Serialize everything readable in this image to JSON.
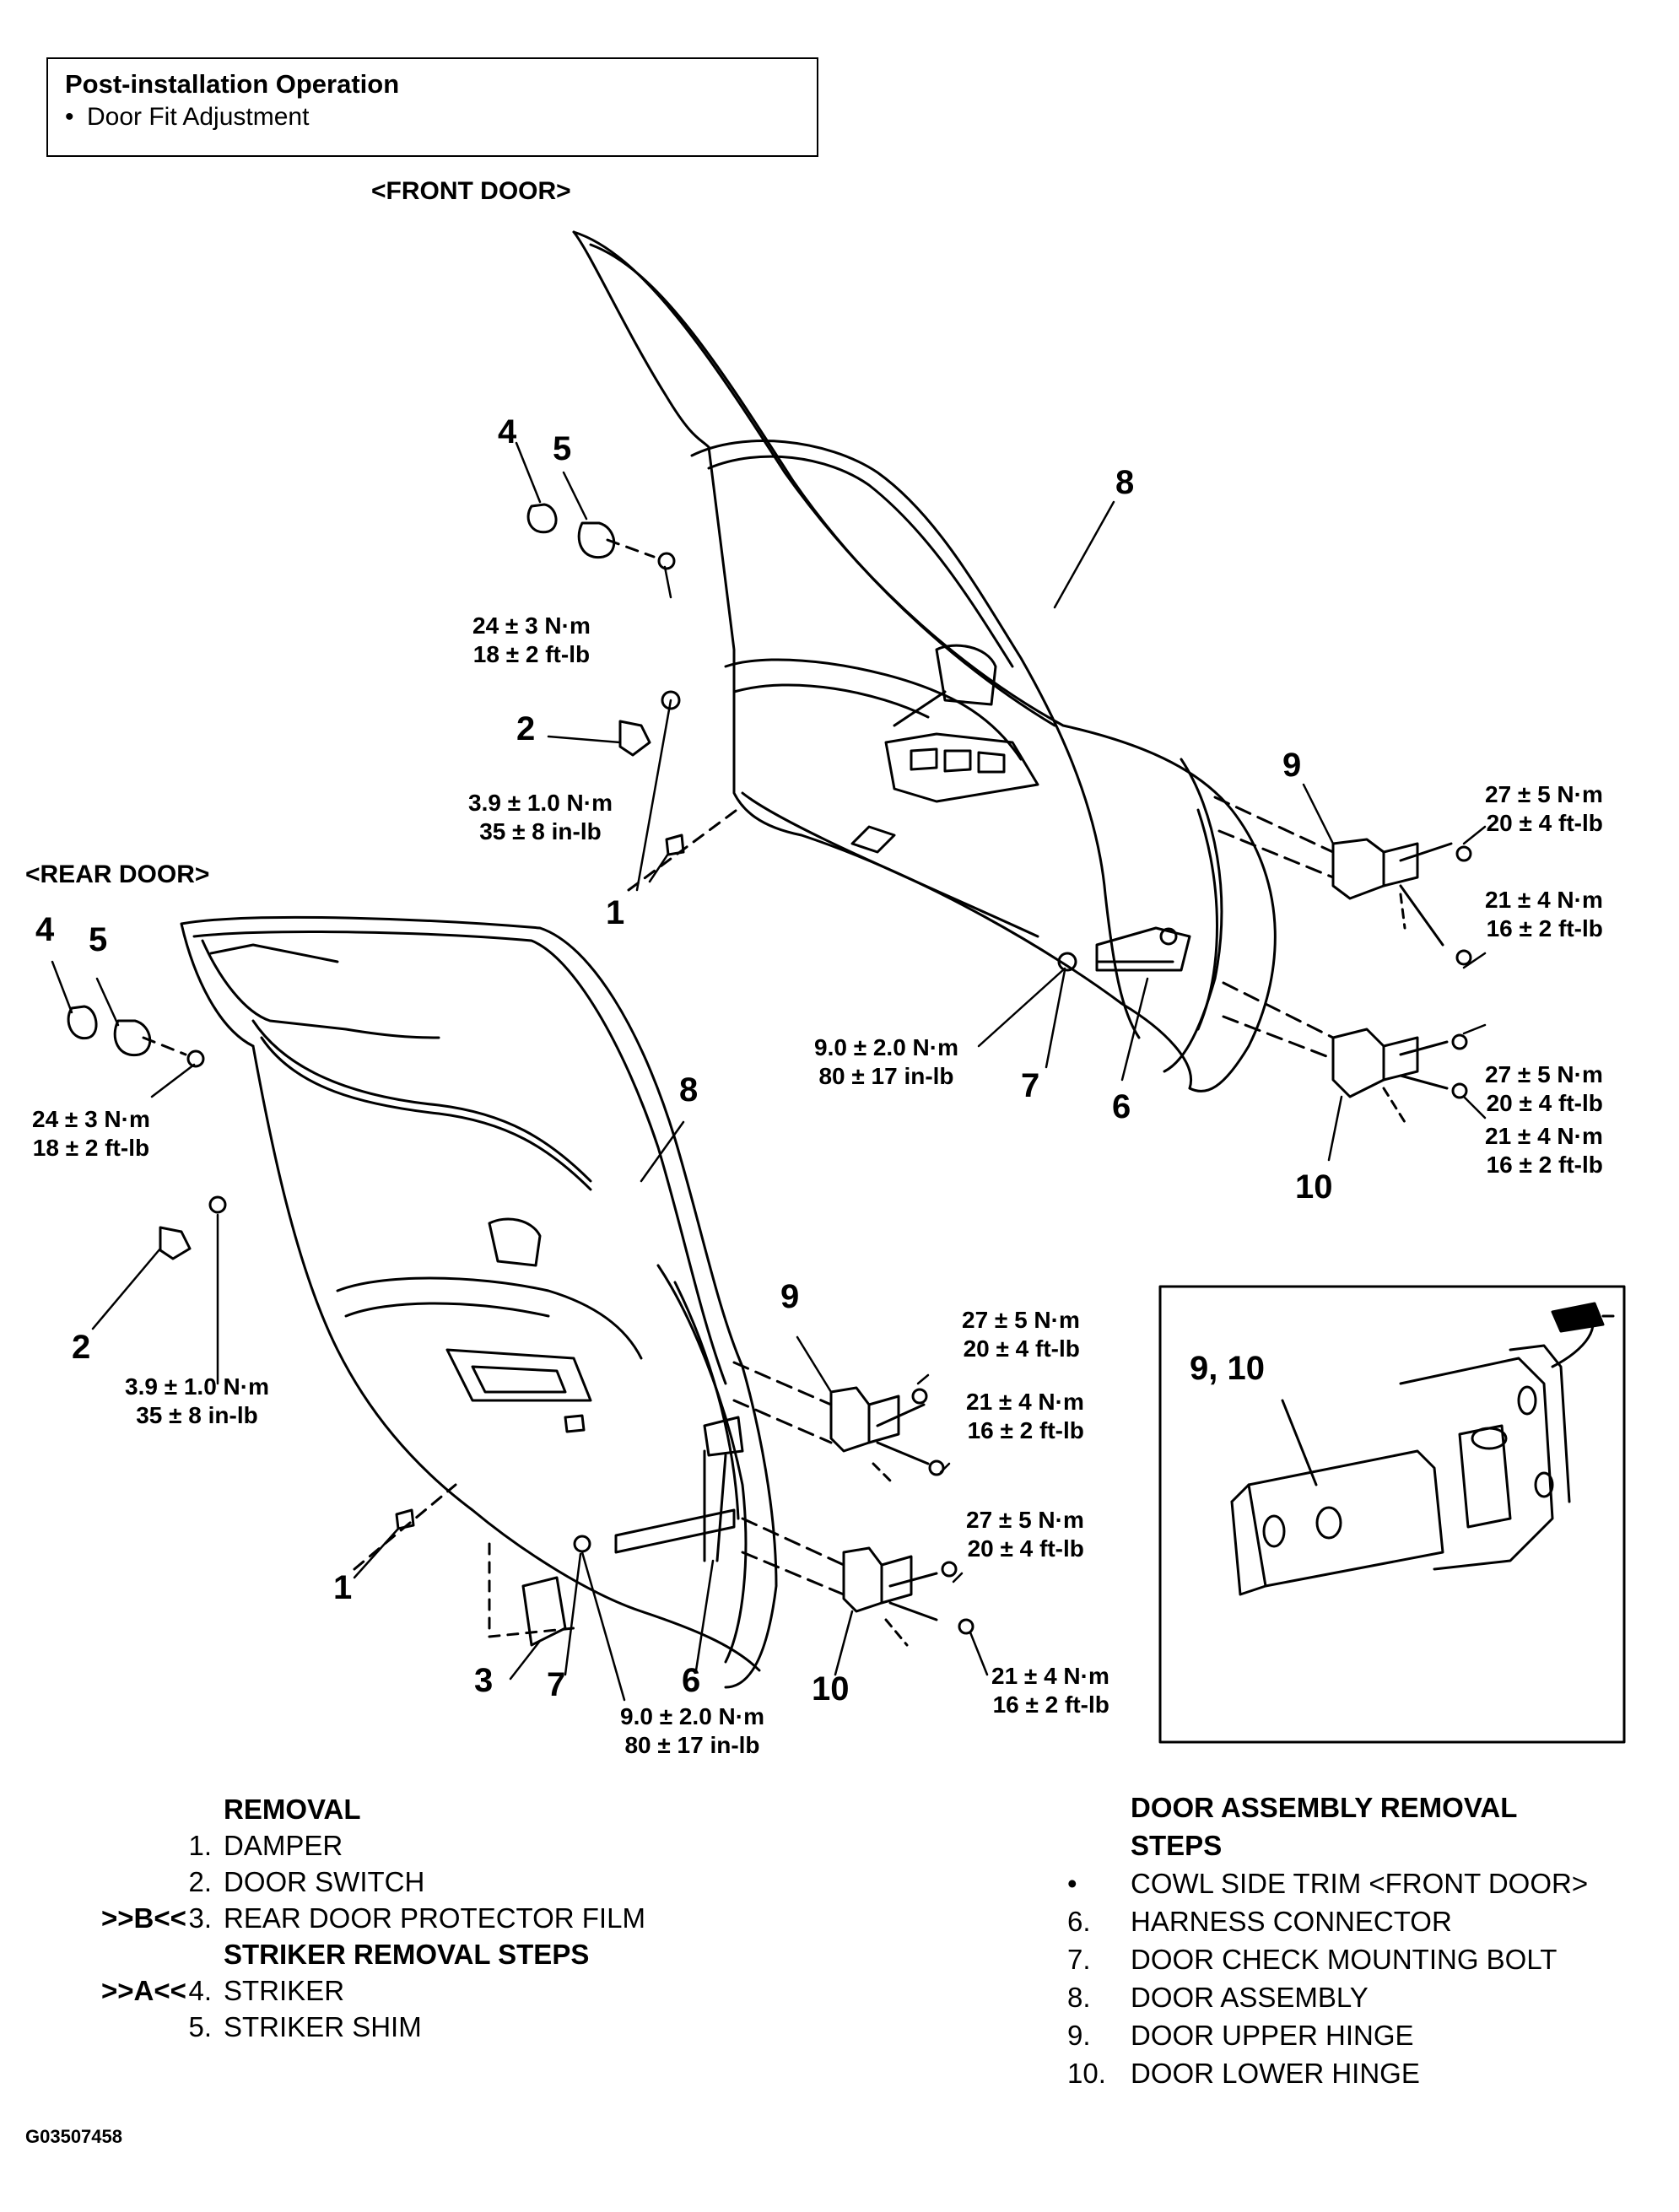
{
  "post_install": {
    "title": "Post-installation Operation",
    "bullet": "•",
    "item": "Door Fit Adjustment"
  },
  "front_door": {
    "title": "<FRONT DOOR>",
    "callouts": [
      "4",
      "5",
      "8",
      "2",
      "1",
      "9",
      "7",
      "6",
      "10"
    ],
    "torques": {
      "striker": [
        "24 ± 3 N·m",
        "18 ± 2 ft-lb"
      ],
      "switch": [
        "3.9 ± 1.0 N·m",
        "35 ± 8 in-lb"
      ],
      "upper_a": [
        "27 ± 5 N·m",
        "20 ± 4 ft-lb"
      ],
      "upper_b": [
        "21 ± 4 N·m",
        "16 ± 2 ft-lb"
      ],
      "check": [
        "9.0 ± 2.0 N·m",
        "80 ± 17 in-lb"
      ],
      "lower_a": [
        "27 ± 5 N·m",
        "20 ± 4 ft-lb"
      ],
      "lower_b": [
        "21 ± 4 N·m",
        "16 ± 2 ft-lb"
      ]
    }
  },
  "rear_door": {
    "title": "<REAR DOOR>",
    "callouts": [
      "4",
      "5",
      "8",
      "2",
      "9",
      "1",
      "3",
      "7",
      "6",
      "10"
    ],
    "torques": {
      "striker": [
        "24 ± 3 N·m",
        "18 ± 2 ft-lb"
      ],
      "switch": [
        "3.9 ± 1.0 N·m",
        "35 ± 8 in-lb"
      ],
      "upper_a": [
        "27 ± 5 N·m",
        "20 ± 4 ft-lb"
      ],
      "upper_b": [
        "21 ± 4 N·m",
        "16 ± 2 ft-lb"
      ],
      "lower_a": [
        "27 ± 5 N·m",
        "20 ± 4 ft-lb"
      ],
      "lower_b": [
        "21 ± 4 N·m",
        "16 ± 2 ft-lb"
      ],
      "check": [
        "9.0 ± 2.0 N·m",
        "80 ± 17 in-lb"
      ]
    }
  },
  "hinge_detail": {
    "label": "9, 10"
  },
  "removal": {
    "heading": "REMOVAL",
    "items": [
      {
        "prefix": "",
        "num": "1.",
        "text": "DAMPER"
      },
      {
        "prefix": "",
        "num": "2.",
        "text": "DOOR SWITCH"
      },
      {
        "prefix": ">>B<<",
        "num": "3.",
        "text": "REAR DOOR PROTECTOR FILM"
      }
    ],
    "striker_heading": "STRIKER REMOVAL STEPS",
    "striker_items": [
      {
        "prefix": ">>A<<",
        "num": "4.",
        "text": "STRIKER"
      },
      {
        "prefix": "",
        "num": "5.",
        "text": "STRIKER SHIM"
      }
    ]
  },
  "door_assembly": {
    "heading_line1": "DOOR ASSEMBLY REMOVAL",
    "heading_line2": "STEPS",
    "items": [
      {
        "num": "•",
        "text": "COWL SIDE TRIM <FRONT DOOR>"
      },
      {
        "num": "6.",
        "text": "HARNESS CONNECTOR"
      },
      {
        "num": "7.",
        "text": "DOOR CHECK MOUNTING BOLT"
      },
      {
        "num": "8.",
        "text": "DOOR ASSEMBLY"
      },
      {
        "num": "9.",
        "text": "DOOR UPPER HINGE"
      },
      {
        "num": "10.",
        "text": "DOOR LOWER HINGE"
      }
    ]
  },
  "figure_id": "G03507458"
}
